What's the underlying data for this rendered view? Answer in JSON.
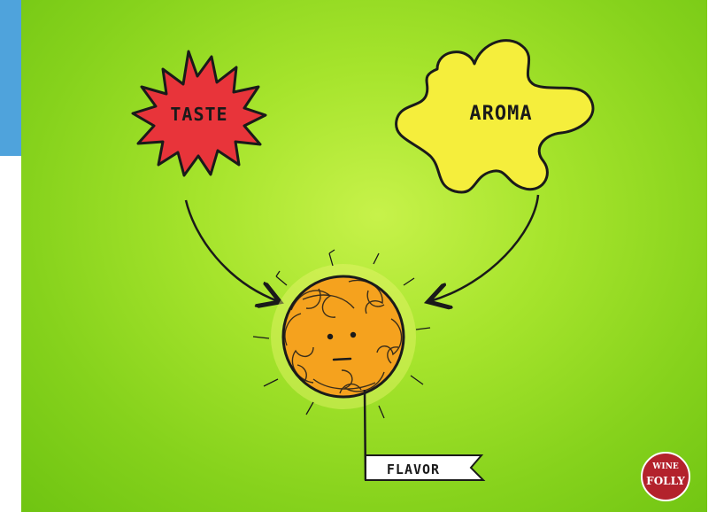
{
  "diagram": {
    "taste_label": "TASTE",
    "aroma_label": "AROMA",
    "flavor_label": "FLAVOR"
  },
  "logo": {
    "line1": "WINE",
    "line2": "FOLLY"
  },
  "colors": {
    "background": "#9ddc2a",
    "taste_fill": "#e8343a",
    "aroma_fill": "#f5ee3c",
    "flavor_fill": "#f5a21e",
    "ink": "#1a1a1a",
    "logo": "#b3222c",
    "side_tab": "#4fa3dc"
  }
}
